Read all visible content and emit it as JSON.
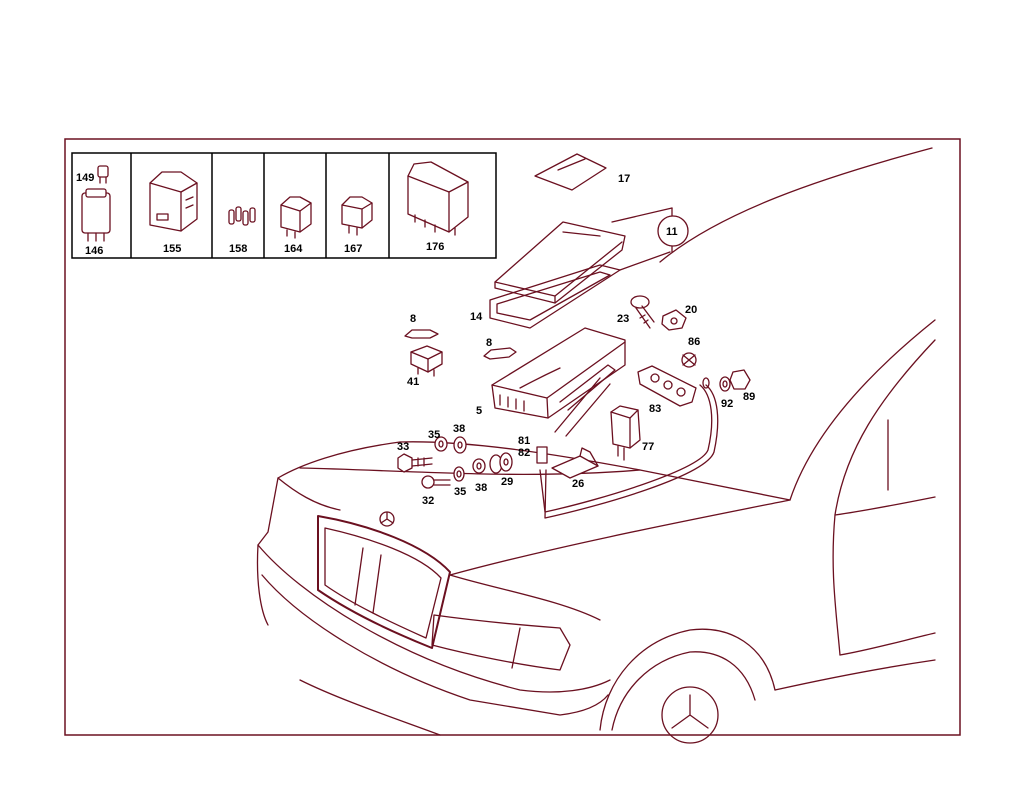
{
  "line_color": "#6b1020",
  "label_color": "#000000",
  "inset_labels": [
    "149",
    "146",
    "155",
    "158",
    "164",
    "167",
    "176"
  ],
  "part_labels": [
    "17",
    "11",
    "14",
    "23",
    "20",
    "8",
    "8",
    "86",
    "41",
    "5",
    "83",
    "92",
    "89",
    "38",
    "35",
    "33",
    "81",
    "82",
    "77",
    "32",
    "35",
    "38",
    "29",
    "26"
  ]
}
